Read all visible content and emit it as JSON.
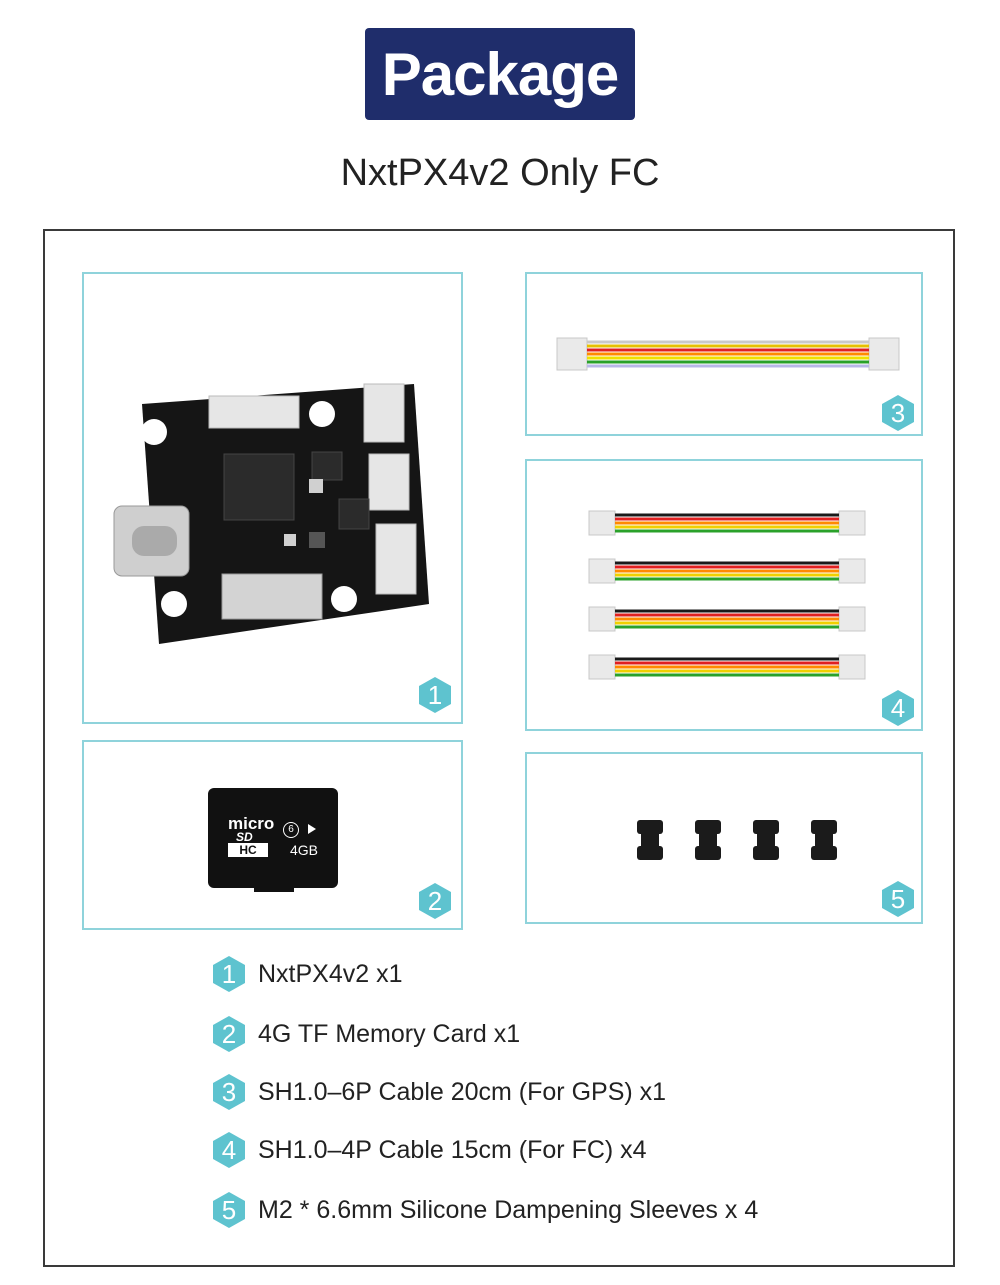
{
  "header": {
    "badge_label": "Package",
    "subtitle": "NxtPX4v2 Only FC"
  },
  "colors": {
    "badge_bg": "#1f2d6b",
    "panel_border": "#8fd3db",
    "hex_fill": "#5ec3cf"
  },
  "panels": [
    {
      "number": "1",
      "content": "flight-controller-board"
    },
    {
      "number": "2",
      "content": "microsd-card",
      "card_brand_top": "micro",
      "card_brand_sd": "SD",
      "card_brand_hc": "HC",
      "card_class": "6",
      "card_capacity": "4GB"
    },
    {
      "number": "3",
      "content": "gps-cable"
    },
    {
      "number": "4",
      "content": "fc-cables"
    },
    {
      "number": "5",
      "content": "silicone-sleeves"
    }
  ],
  "items": [
    {
      "number": "1",
      "text": "NxtPX4v2 x1"
    },
    {
      "number": "2",
      "text": "4G TF Memory Card x1"
    },
    {
      "number": "3",
      "text": "SH1.0–6P Cable 20cm (For GPS) x1"
    },
    {
      "number": "4",
      "text": "SH1.0–4P Cable 15cm (For FC) x4"
    },
    {
      "number": "5",
      "text": "M2 * 6.6mm Silicone Dampening Sleeves x 4"
    }
  ]
}
